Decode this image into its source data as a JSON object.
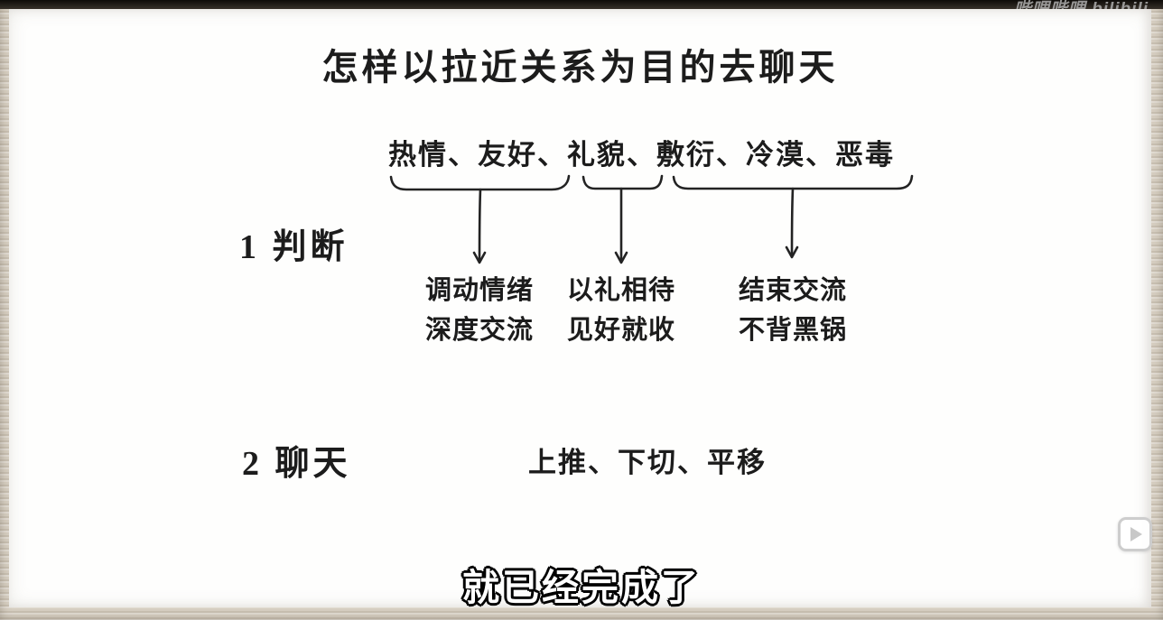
{
  "title": "怎样以拉近关系为目的去聊天",
  "watermark": {
    "text": "哔哩哔哩 bilibili"
  },
  "diagram": {
    "categories_line": "热情、友好、礼貌、敷衍、冷漠、恶毒",
    "groups": [
      {
        "covers": "热情、友好",
        "line1": "调动情绪",
        "line2": "深度交流"
      },
      {
        "covers": "礼貌",
        "line1": "以礼相待",
        "line2": "见好就收"
      },
      {
        "covers": "敷衍、冷漠、恶毒",
        "line1": "结束交流",
        "line2": "不背黑锅"
      }
    ],
    "steps": [
      {
        "label": "1 判断"
      },
      {
        "label": "2 聊天"
      }
    ],
    "methods_line": "上推、下切、平移"
  },
  "subtitle": "就已经完成了",
  "colors": {
    "ink": "#1c1c1c",
    "canvas": "#fefefd",
    "frame_edge": "#d7cfc2",
    "topbar": "#0d0b08",
    "subtitle_fill": "#ffffff",
    "subtitle_outline": "#000000"
  }
}
